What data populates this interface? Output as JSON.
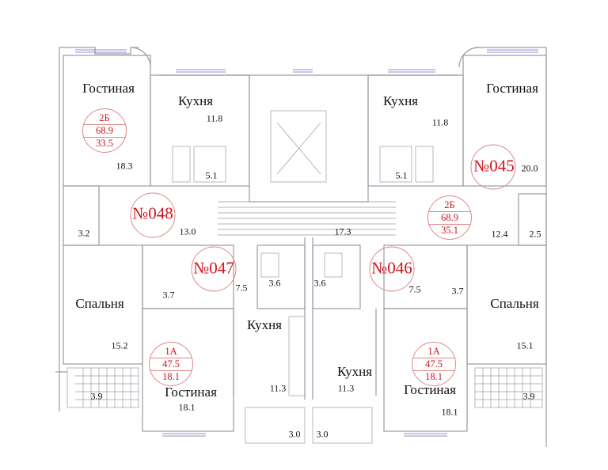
{
  "apartments": [
    {
      "number": "№048",
      "type": "2Б",
      "total_area": "68.9",
      "living_area": "33.5",
      "rooms": {
        "living_label": "Гостиная",
        "living_area": "18.3",
        "kitchen_label": "Кухня",
        "kitchen_area": "11.8",
        "bath_area": "5.1",
        "hall_area": "13.0",
        "storage_area": "3.2"
      }
    },
    {
      "number": "№045",
      "type": "2Б",
      "total_area": "68.9",
      "living_area": "35.1",
      "rooms": {
        "living_label": "Гостиная",
        "living_area": "20.0",
        "kitchen_label": "Кухня",
        "kitchen_area": "11.8",
        "bath_area": "5.1",
        "hall_area": "12.4",
        "storage_area": "2.5"
      }
    },
    {
      "number": "№047",
      "type": "1А",
      "total_area": "47.5",
      "living_area": "18.1",
      "rooms": {
        "bedroom_label": "Спальня",
        "bedroom_area": "15.2",
        "living_label": "Гостиная",
        "living_area": "18.1",
        "kitchen_label": "Кухня",
        "kitchen_area": "11.3",
        "hall_area": "7.5",
        "closet_area": "3.7",
        "bath_area": "3.6",
        "balcony_bedroom": "3.9",
        "balcony_kitchen": "3.0"
      }
    },
    {
      "number": "№046",
      "type": "1А",
      "total_area": "47.5",
      "living_area": "18.1",
      "rooms": {
        "bedroom_label": "Спальня",
        "bedroom_area": "15.1",
        "living_label": "Гостиная",
        "living_area": "18.1",
        "kitchen_label": "Кухня",
        "kitchen_area": "11.3",
        "hall_area": "7.5",
        "closet_area": "3.7",
        "bath_area": "3.6",
        "balcony_bedroom": "3.9",
        "balcony_kitchen": "3.0"
      }
    }
  ],
  "common": {
    "stair_hall_area": "17.3"
  },
  "colors": {
    "wall": "#9a9aa6",
    "accent": "#d0141e",
    "window": "#6b6bc8"
  }
}
